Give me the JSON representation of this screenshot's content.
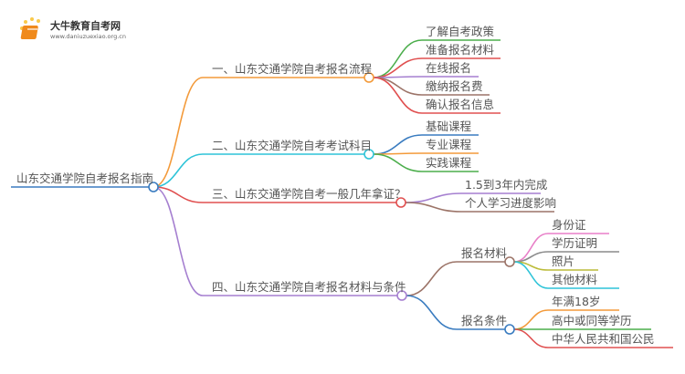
{
  "logo": {
    "title": "大牛教育自考网",
    "url": "www.daniuzuexiao.org.cn"
  },
  "root": {
    "label": "山东交通学院自考报名指南",
    "color": "#3a7cc0"
  },
  "branches": [
    {
      "label": "一、山东交通学院自考报名流程",
      "color": "#f39a3a",
      "children": [
        {
          "label": "了解自考政策",
          "color": "#4cae4c"
        },
        {
          "label": "准备报名材料",
          "color": "#e05050"
        },
        {
          "label": "在线报名",
          "color": "#a57fd0"
        },
        {
          "label": "缴纳报名费",
          "color": "#9c7468"
        },
        {
          "label": "确认报名信息",
          "color": "#e05050"
        }
      ]
    },
    {
      "label": "二、山东交通学院自考考试科目",
      "color": "#2fc4d8",
      "children": [
        {
          "label": "基础课程",
          "color": "#3a7cc0"
        },
        {
          "label": "专业课程",
          "color": "#f39a3a"
        },
        {
          "label": "实践课程",
          "color": "#4cae4c"
        }
      ]
    },
    {
      "label": "三、山东交通学院自考一般几年拿证？",
      "color": "#e05050",
      "children": [
        {
          "label": "1.5到3年内完成",
          "color": "#a57fd0"
        },
        {
          "label": "个人学习进度影响",
          "color": "#9c7468"
        }
      ]
    },
    {
      "label": "四、山东交通学院自考报名材料与条件",
      "color": "#a57fd0",
      "children": [
        {
          "label": "报名材料",
          "color": "#9c7468",
          "children": [
            {
              "label": "身份证",
              "color": "#e87fc8"
            },
            {
              "label": "学历证明",
              "color": "#8c8c8c"
            },
            {
              "label": "照片",
              "color": "#bcbc3a"
            },
            {
              "label": "其他材料",
              "color": "#2fc4d8"
            }
          ]
        },
        {
          "label": "报名条件",
          "color": "#3a7cc0",
          "children": [
            {
              "label": "年满18岁",
              "color": "#f39a3a"
            },
            {
              "label": "高中或同等学历",
              "color": "#4cae4c"
            },
            {
              "label": "中华人民共和国公民",
              "color": "#e05050"
            }
          ]
        }
      ]
    }
  ]
}
